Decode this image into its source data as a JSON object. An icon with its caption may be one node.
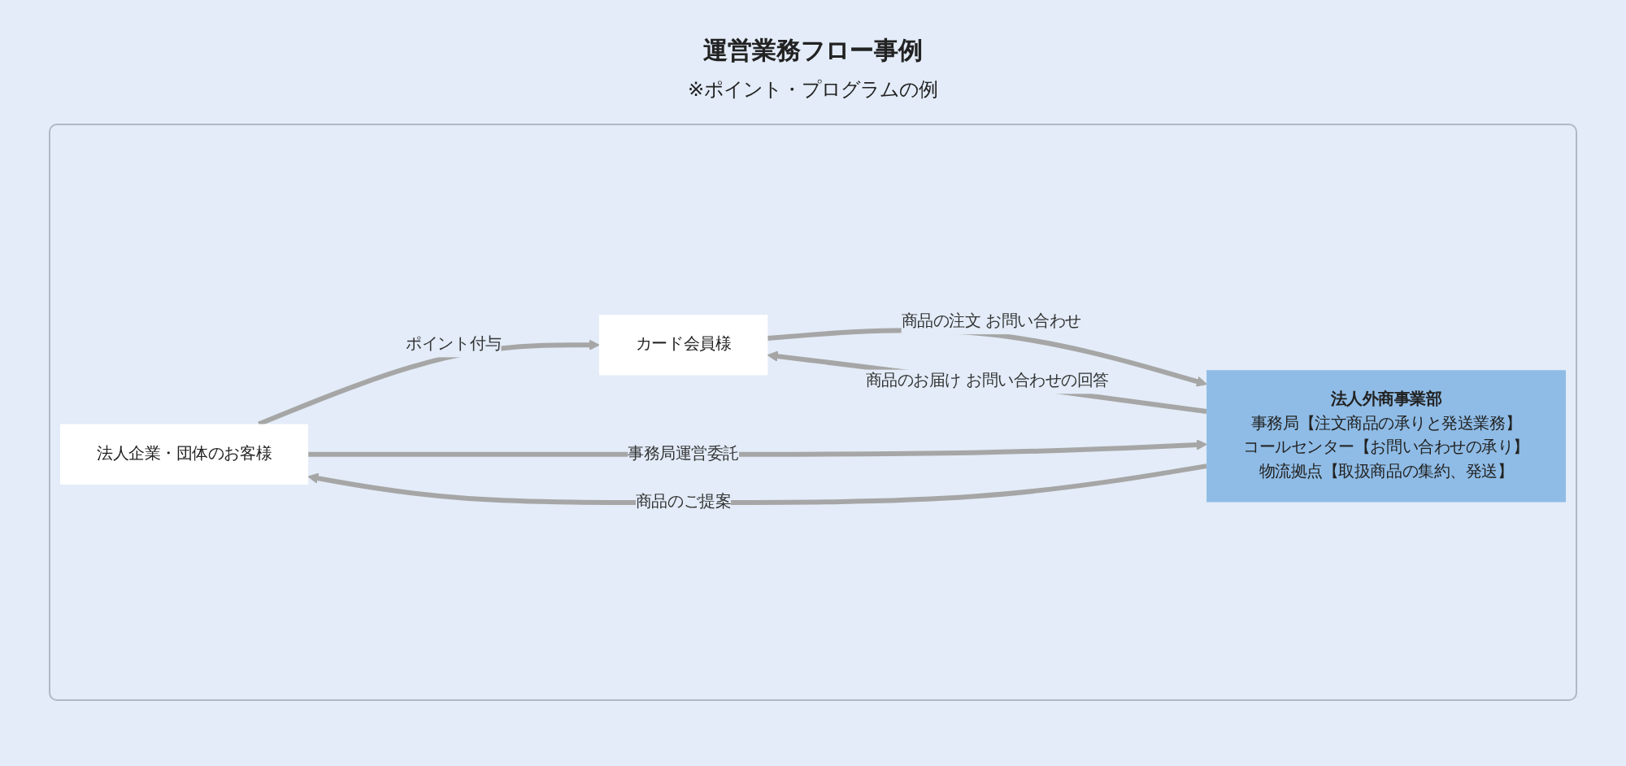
{
  "diagram": {
    "title": "運営業務フロー事例",
    "nodes": [
      {
        "text": [
          "法人企業・団体のお客様"
        ]
      },
      {
        "text": [
          "カード会員様"
        ]
      },
      {
        "text": [
          "法人外商事業部",
          "事務局【注文商品の承りと発送業務】",
          "コールセンター【お問い合わせの承り】",
          "物流拠点【取扱商品の集約、発送】"
        ]
      }
    ],
    "edges": [
      {
        "from": 0,
        "to": 1,
        "arrow": "to",
        "label": "ポイント付与"
      },
      {
        "from": 0,
        "to": 2,
        "arrow": "to",
        "label": "事務局運営委託"
      },
      {
        "from": 2,
        "to": 0,
        "arrow": "to",
        "label": "商品のご提案"
      },
      {
        "from": 1,
        "to": 2,
        "arrow": "to",
        "label": "商品の注文 お問い合わせ"
      },
      {
        "from": 2,
        "to": 1,
        "arrow": "to",
        "label": "商品のお届け お問い合わせの回答"
      }
    ],
    "labels": [
      "※ポイント・プログラムの例"
    ]
  }
}
